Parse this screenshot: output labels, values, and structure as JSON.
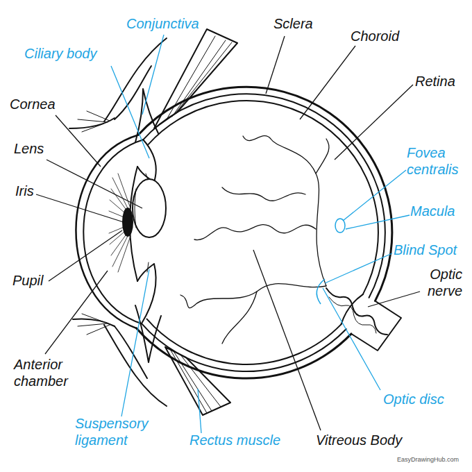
{
  "diagram": {
    "labels": [
      "Conjunctiva",
      "Sclera",
      "Choroid",
      "Ciliary body",
      "Retina",
      "Cornea",
      "Lens",
      "Fovea centralis",
      "Iris",
      "Macula",
      "Blind Spot",
      "Pupil",
      "Optic nerve",
      "Anterior chamber",
      "Optic disc",
      "Suspensory ligament",
      "Rectus muscle",
      "Vitreous Body",
      "EasyDrawingHub.com"
    ]
  }
}
